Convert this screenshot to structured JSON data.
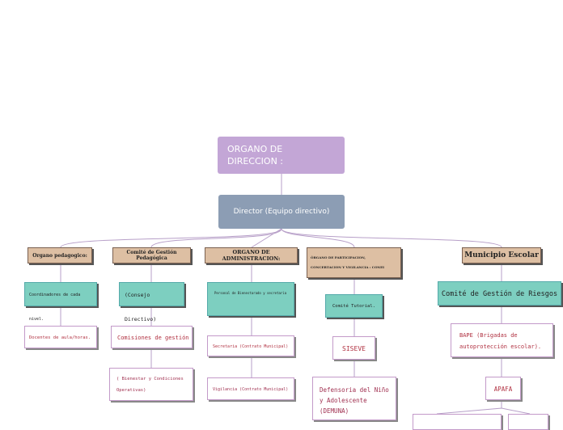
{
  "root": {
    "label": "ORGANO DE DIRECCION  :"
  },
  "director": {
    "label": "Director (Equipo directivo)"
  },
  "branches": [
    {
      "label": "Organo pedagogico:"
    },
    {
      "label": "Comité de Gestión Pedagógica"
    },
    {
      "label": "ORGANO DE ADMINISTRACION:"
    },
    {
      "label": "ÓRGANO DE PARTICIPACION, CONCERTACION Y VIGILANCIA : CONEI"
    },
    {
      "label": "Municipio Escolar"
    }
  ],
  "col1": {
    "coordinadores": "Coordinadores de cada nivel.",
    "docentes": "Docentes de aula/horas."
  },
  "col2": {
    "consejo": "(Consejo Directivo)",
    "comisiones": "Comisiones de gestión",
    "bienestar": "( Bienestar y Condiciones Operativas)"
  },
  "col3": {
    "personal": "Personal de Bienestarado y secretaria",
    "secretaria": "Secretaria (Contrato Municipal)",
    "vigilancia": "Vigilancia (Contrato Municipal)"
  },
  "col4": {
    "comite_tutorial": "Comité Tutorial.",
    "siseve": "SISEVE",
    "demuna": "Defensoria del Niño y Adolescente (DEMUNA)"
  },
  "col5": {
    "riesgos": "Comité de Gestión de Riesgos",
    "bape": "BAPE (Brigadas de autoprotección escolar).",
    "apafa": "APAFA"
  },
  "colors": {
    "root": "#c3a6d6",
    "director": "#8c9db4",
    "branch": "#ddbfa3",
    "teal": "#7dcfc0",
    "pink_border": "#c39ac9"
  }
}
